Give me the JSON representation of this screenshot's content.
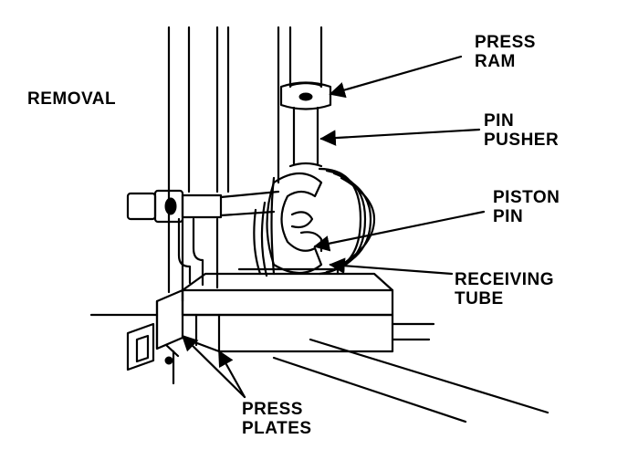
{
  "title": "REMOVAL",
  "labels": {
    "press_ram": [
      "PRESS",
      "RAM"
    ],
    "pin_pusher": [
      "PIN",
      "PUSHER"
    ],
    "piston_pin": [
      "PISTON",
      "PIN"
    ],
    "receiving_tube": [
      "RECEIVING",
      "TUBE"
    ],
    "press_plates": [
      "PRESS",
      "PLATES"
    ]
  }
}
